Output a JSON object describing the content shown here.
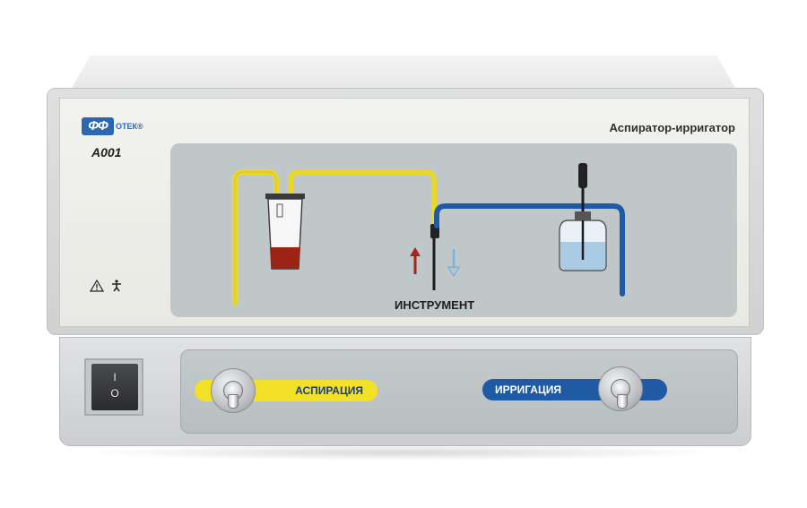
{
  "brand": {
    "logo_mark": "ФФ",
    "logo_text": "ОТЕК®"
  },
  "model": "A001",
  "device_title": "Аспиратор-ирригатор",
  "diagram": {
    "instrument_label": "ИНСТРУМЕНТ"
  },
  "front": {
    "power_switch": {
      "on_label": "I",
      "off_label": "O"
    },
    "aspiration_label": "АСПИРАЦИЯ",
    "irrigation_label": "ИРРИГАЦИЯ"
  },
  "colors": {
    "aspiration_yellow": "#f2e126",
    "irrigation_blue": "#1f5aa5",
    "fluid_red": "#9b2417",
    "brand_blue": "#2a68b1"
  }
}
